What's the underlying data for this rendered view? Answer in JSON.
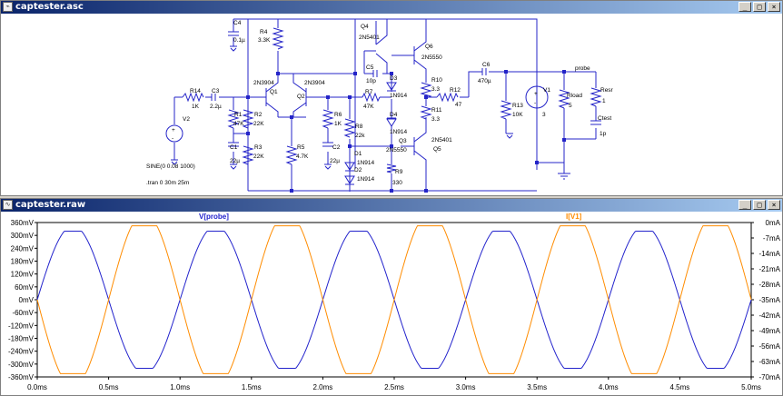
{
  "schematic_window": {
    "title": "captester.asc",
    "components": {
      "c4": {
        "ref": "C4",
        "value": "0.1µ"
      },
      "r4": {
        "ref": "R4",
        "value": "3.3K"
      },
      "q4": {
        "ref": "Q4",
        "value": "2N5401"
      },
      "q6": {
        "ref": "Q6",
        "value": "2N5550"
      },
      "c5": {
        "ref": "C5",
        "value": "10p"
      },
      "d3": {
        "ref": "D3",
        "value": "1N914"
      },
      "r10": {
        "ref": "R10",
        "value": "3.3"
      },
      "r12": {
        "ref": "R12",
        "value": "47"
      },
      "c6": {
        "ref": "C6",
        "value": "470µ"
      },
      "q1": {
        "ref": "Q1",
        "value": "2N3904"
      },
      "q2": {
        "ref": "Q2",
        "value": "2N3904"
      },
      "r14": {
        "ref": "R14",
        "value": "1K"
      },
      "c3": {
        "ref": "C3",
        "value": "2.2µ"
      },
      "r7": {
        "ref": "R7",
        "value": "47K"
      },
      "d4": {
        "ref": "D4",
        "value": "1N914"
      },
      "r11": {
        "ref": "R11",
        "value": "3.3"
      },
      "r13": {
        "ref": "R13",
        "value": "10K"
      },
      "v1": {
        "ref": "V1",
        "value": "3"
      },
      "rload": {
        "ref": "Rload",
        "value": "5"
      },
      "resr": {
        "ref": "Resr",
        "value": "1"
      },
      "ctest": {
        "ref": "Ctest",
        "value": "1p"
      },
      "v2": {
        "ref": "V2",
        "value": ""
      },
      "r1": {
        "ref": "R1",
        "value": "47K"
      },
      "r2": {
        "ref": "R2",
        "value": "22K"
      },
      "r6": {
        "ref": "R6",
        "value": "1K"
      },
      "r8": {
        "ref": "R8",
        "value": "22k"
      },
      "q3": {
        "ref": "Q3",
        "value": "2N5550"
      },
      "q5": {
        "ref": "Q5",
        "value": "2N5401"
      },
      "c1": {
        "ref": "C1",
        "value": "22µ"
      },
      "r3": {
        "ref": "R3",
        "value": "22K"
      },
      "r5": {
        "ref": "R5",
        "value": "4.7K"
      },
      "c2": {
        "ref": "C2",
        "value": "22µ"
      },
      "d1": {
        "ref": "D1",
        "value": "1N914"
      },
      "d2": {
        "ref": "D2",
        "value": "1N914"
      },
      "r9": {
        "ref": "R9",
        "value": "330"
      }
    },
    "net_label": "probe",
    "source_spec": "SINE(0 0.08 1000)",
    "tran_spec": ".tran 0 30m 25m"
  },
  "waveform_window": {
    "title": "captester.raw",
    "traces": {
      "vprobe": {
        "label": "V[probe]",
        "color": "#2222cc"
      },
      "iv1": {
        "label": "I[V1]",
        "color": "#ff8c00"
      }
    },
    "colors": {
      "frame": "#000000",
      "background": "#ffffff"
    }
  },
  "chart_data": {
    "type": "line",
    "x_unit": "ms",
    "xlim": [
      0,
      5
    ],
    "x_ticks": [
      "0.0ms",
      "0.5ms",
      "1.0ms",
      "1.5ms",
      "2.0ms",
      "2.5ms",
      "3.0ms",
      "3.5ms",
      "4.0ms",
      "4.5ms",
      "5.0ms"
    ],
    "y_left_ticks": [
      "360mV",
      "300mV",
      "240mV",
      "180mV",
      "120mV",
      "60mV",
      "0mV",
      "-60mV",
      "-120mV",
      "-180mV",
      "-240mV",
      "-300mV",
      "-360mV"
    ],
    "y_left_lim": [
      -360,
      360
    ],
    "y_left_unit": "mV",
    "y_right_ticks": [
      "0mA",
      "-7mA",
      "-14mA",
      "-21mA",
      "-28mA",
      "-35mA",
      "-42mA",
      "-49mA",
      "-56mA",
      "-63mA",
      "-70mA"
    ],
    "y_right_lim": [
      -70,
      0
    ],
    "y_right_unit": "mA",
    "series": [
      {
        "name": "V[probe]",
        "axis": "left",
        "shape": "clipped-sine",
        "frequency_khz": 1.0,
        "phase_at_0ms": "mid, rising",
        "max": 320,
        "min": -320,
        "clip_fraction": 0.93
      },
      {
        "name": "I[V1]",
        "axis": "right",
        "shape": "clipped-sine-inverted",
        "frequency_khz": 1.0,
        "max": -1.5,
        "min": -68.5,
        "clip_fraction": 0.85
      }
    ]
  }
}
